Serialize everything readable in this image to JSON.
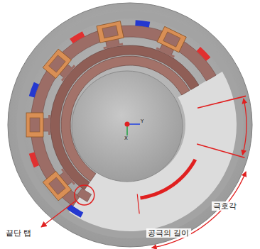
{
  "diagram": {
    "labels": [
      "Y",
      "X",
      "끝단 탭",
      "공극의 길이",
      "극호각"
    ]
  }
}
